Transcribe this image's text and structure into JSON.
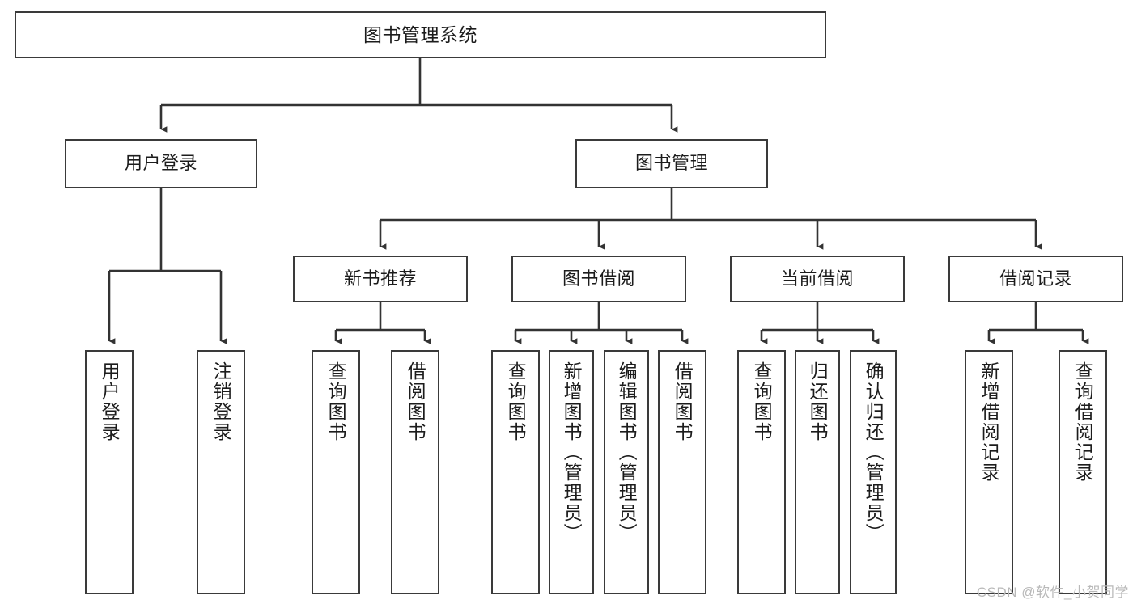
{
  "diagram": {
    "title": "图书管理系统",
    "type": "hierarchy-tree",
    "watermark": "CSDN @软件_小贺同学",
    "colors": {
      "box_border": "#3a3a3a",
      "box_fill": "#ffffff",
      "connector": "#333333",
      "text": "#1c1c1c",
      "watermark": "#b9b9b9",
      "background": "#ffffff"
    },
    "nodes": {
      "root": {
        "label": "图书管理系统",
        "level": 0,
        "orientation": "horizontal"
      },
      "level1": [
        {
          "id": "user-login",
          "label": "用户登录",
          "orientation": "horizontal"
        },
        {
          "id": "book-management",
          "label": "图书管理",
          "orientation": "horizontal"
        }
      ],
      "level2": [
        {
          "id": "new-book-recommend",
          "label": "新书推荐",
          "parent": "book-management",
          "orientation": "horizontal"
        },
        {
          "id": "book-borrow",
          "label": "图书借阅",
          "parent": "book-management",
          "orientation": "horizontal"
        },
        {
          "id": "current-borrow",
          "label": "当前借阅",
          "parent": "book-management",
          "orientation": "horizontal"
        },
        {
          "id": "borrow-record",
          "label": "借阅记录",
          "parent": "book-management",
          "orientation": "horizontal"
        }
      ],
      "leaves": [
        {
          "id": "leaf-user-login",
          "label": "用户登录",
          "parent": "user-login",
          "orientation": "vertical"
        },
        {
          "id": "leaf-logout-login",
          "label": "注销登录",
          "parent": "user-login",
          "orientation": "vertical"
        },
        {
          "id": "leaf-query-book-1",
          "label": "查询图书",
          "parent": "new-book-recommend",
          "orientation": "vertical"
        },
        {
          "id": "leaf-borrow-book-1",
          "label": "借阅图书",
          "parent": "new-book-recommend",
          "orientation": "vertical"
        },
        {
          "id": "leaf-query-book-2",
          "label": "查询图书",
          "parent": "book-borrow",
          "orientation": "vertical"
        },
        {
          "id": "leaf-add-book",
          "label": "新增图书（管理员）",
          "parent": "book-borrow",
          "orientation": "vertical"
        },
        {
          "id": "leaf-edit-book",
          "label": "编辑图书（管理员）",
          "parent": "book-borrow",
          "orientation": "vertical"
        },
        {
          "id": "leaf-borrow-book-2",
          "label": "借阅图书",
          "parent": "book-borrow",
          "orientation": "vertical"
        },
        {
          "id": "leaf-query-book-3",
          "label": "查询图书",
          "parent": "current-borrow",
          "orientation": "vertical"
        },
        {
          "id": "leaf-return-book",
          "label": "归还图书",
          "parent": "current-borrow",
          "orientation": "vertical"
        },
        {
          "id": "leaf-confirm-return",
          "label": "确认归还（管理员）",
          "parent": "current-borrow",
          "orientation": "vertical"
        },
        {
          "id": "leaf-add-record",
          "label": "新增借阅记录",
          "parent": "borrow-record",
          "orientation": "vertical"
        },
        {
          "id": "leaf-query-record",
          "label": "查询借阅记录",
          "parent": "borrow-record",
          "orientation": "vertical"
        }
      ]
    }
  }
}
